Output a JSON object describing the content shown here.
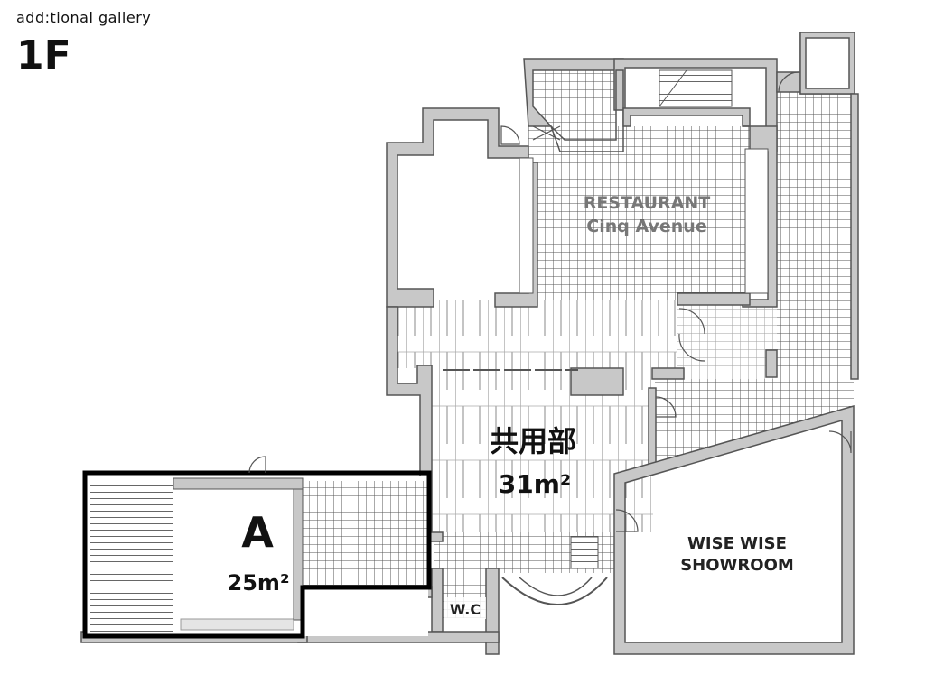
{
  "header": {
    "brand": "add:tional gallery",
    "floor": "1F"
  },
  "rooms": {
    "restaurant_line1": "RESTAURANT",
    "restaurant_line2": "Cinq Avenue",
    "common_name": "共用部",
    "common_area": "31m²",
    "room_a_name": "A",
    "room_a_area": "25m²",
    "showroom_line1": "WISE WISE",
    "showroom_line2": "SHOWROOM",
    "wc": "W.C"
  },
  "colors": {
    "wall": "#c8c8c8",
    "wall_stroke": "#555555",
    "highlight": "#000000",
    "tile": "#d9d9d9"
  }
}
